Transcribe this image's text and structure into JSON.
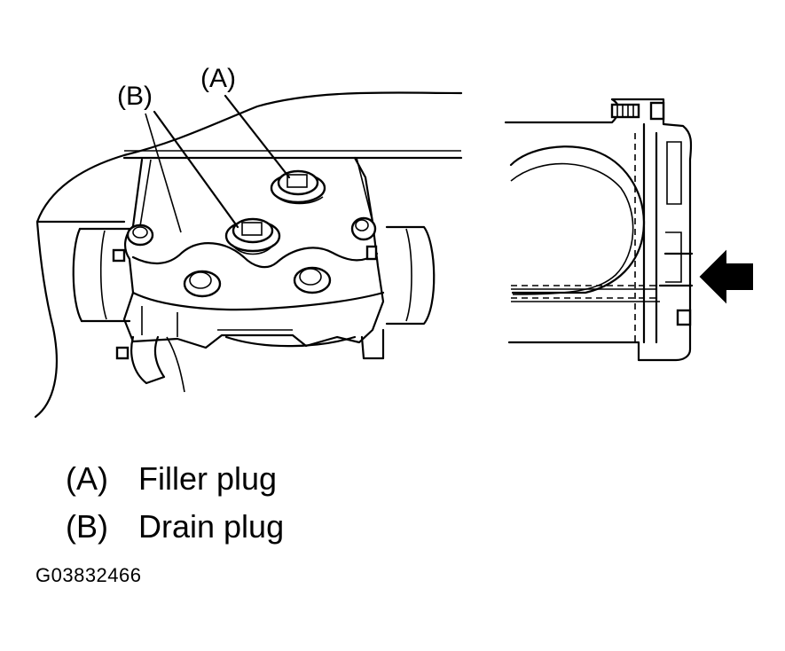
{
  "callouts": {
    "a": "(A)",
    "b": "(B)"
  },
  "legend": [
    {
      "key": "(A)",
      "label": "Filler plug"
    },
    {
      "key": "(B)",
      "label": "Drain plug"
    }
  ],
  "figure_id": "G03832466",
  "icons": {
    "arrow": "arrow-left-icon"
  },
  "colors": {
    "ink": "#000000",
    "paper": "#ffffff"
  }
}
